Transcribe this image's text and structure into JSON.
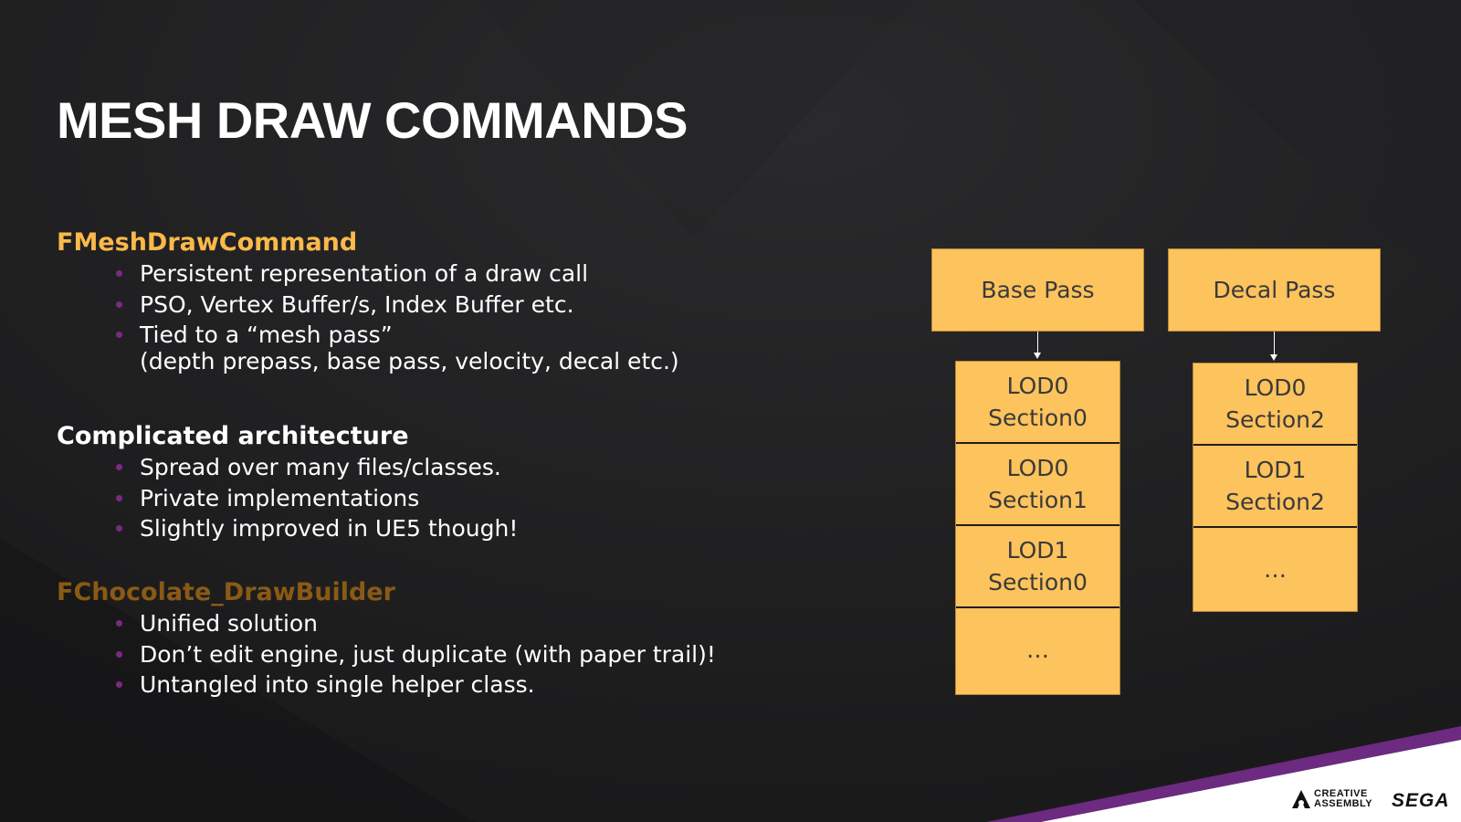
{
  "slide": {
    "title": "MESH DRAW COMMANDS",
    "colors": {
      "background": "#1e1e1f",
      "accent_yellow": "#fbb94a",
      "accent_brown": "#8a5a14",
      "bullet_purple": "#7a2a83",
      "box_fill": "#fdc35c",
      "stripe_purple": "#6c2a80"
    }
  },
  "sections": [
    {
      "heading": "FMeshDrawCommand",
      "color": "#fbb94a",
      "bullets": [
        "Persistent representation of a draw call",
        "PSO, Vertex Buffer/s, Index Buffer etc.",
        "Tied to a “mesh pass”"
      ],
      "bullet3_subline": "(depth prepass, base pass, velocity, decal etc.)"
    },
    {
      "heading": "Complicated architecture",
      "color": "#ffffff",
      "bullets": [
        "Spread over many files/classes.",
        "Private implementations",
        "Slightly improved in UE5 though!"
      ]
    },
    {
      "heading": "FChocolate_DrawBuilder",
      "color": "#8a5a14",
      "bullets": [
        "Unified solution",
        "Don’t edit engine, just duplicate (with paper trail)!",
        "Untangled into single helper class."
      ]
    }
  ],
  "diagram": {
    "base_pass": {
      "label": "Base Pass",
      "items": [
        {
          "line1": "LOD0",
          "line2": "Section0"
        },
        {
          "line1": "LOD0",
          "line2": "Section1"
        },
        {
          "line1": "LOD1",
          "line2": "Section0"
        },
        {
          "line1": "…",
          "line2": ""
        }
      ]
    },
    "decal_pass": {
      "label": "Decal Pass",
      "items": [
        {
          "line1": "LOD0",
          "line2": "Section2"
        },
        {
          "line1": "LOD1",
          "line2": "Section2"
        },
        {
          "line1": "…",
          "line2": ""
        }
      ]
    }
  },
  "footer": {
    "logo_creative_line1": "CREATIVE",
    "logo_creative_line2": "ASSEMBLY",
    "logo_sega": "SEGA"
  }
}
